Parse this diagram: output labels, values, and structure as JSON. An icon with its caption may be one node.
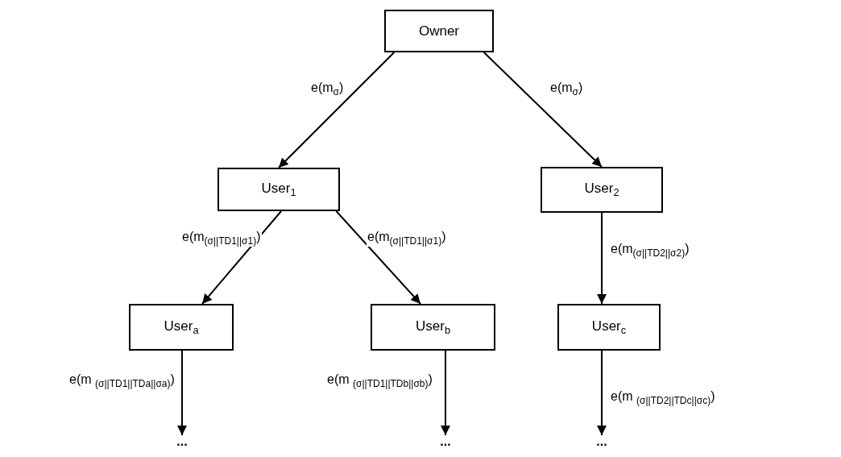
{
  "diagram": {
    "nodes": [
      {
        "text": [
          "Owner"
        ]
      },
      {
        "text": [
          "User$_{1}$"
        ]
      },
      {
        "text": [
          "User$_{2}$"
        ]
      },
      {
        "text": [
          "User$_{a}$"
        ]
      },
      {
        "text": [
          "User$_{b}$"
        ]
      },
      {
        "text": [
          "User$_{c}$"
        ]
      },
      {
        "text": [
          "..."
        ]
      },
      {
        "text": [
          "..."
        ]
      },
      {
        "text": [
          "..."
        ]
      }
    ],
    "edges": [
      {
        "from": 0,
        "to": 1,
        "arrow": "to",
        "label": "e(m$_{σ}$)"
      },
      {
        "from": 0,
        "to": 2,
        "arrow": "to",
        "label": "e(m$_{σ}$)"
      },
      {
        "from": 1,
        "to": 3,
        "arrow": "to",
        "label": "e(m$_{(σ||TD1||σ1)}$)"
      },
      {
        "from": 1,
        "to": 4,
        "arrow": "to",
        "label": "e(m$_{(σ||TD1||σ1)}$)"
      },
      {
        "from": 2,
        "to": 5,
        "arrow": "to",
        "label": "e(m$_{(σ||TD2||σ2)}$)"
      },
      {
        "from": 3,
        "to": 6,
        "arrow": "to",
        "label": "e(m $_{(σ||TD1||TDa||σa)}$)"
      },
      {
        "from": 4,
        "to": 7,
        "arrow": "to",
        "label": "e(m $_{(σ||TD1||TDb||σb)}$)"
      },
      {
        "from": 5,
        "to": 8,
        "arrow": "to",
        "label": "e(m $_{(σ||TD2||TDc||σc)}$)"
      }
    ]
  }
}
